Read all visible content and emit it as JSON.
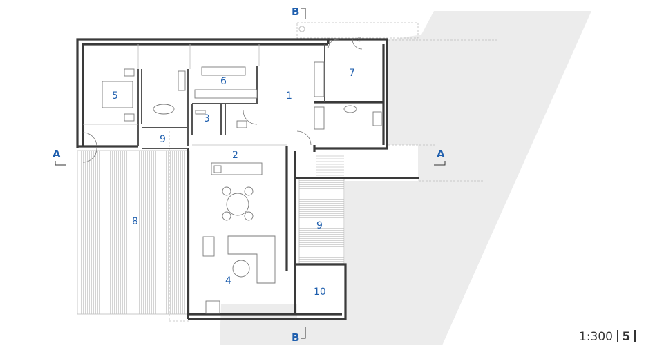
{
  "rooms": {
    "r1": "1",
    "r2": "2",
    "r3": "3",
    "r4": "4",
    "r5": "5",
    "r6": "6",
    "r7": "7",
    "r8": "8",
    "r9a": "9",
    "r9b": "9",
    "r10": "10"
  },
  "sections": {
    "a_left": "A",
    "a_right": "A",
    "b_top": "B",
    "b_bottom": "B"
  },
  "footer": {
    "scale": "1:300",
    "page": "5"
  },
  "colors": {
    "wall": "#3a3a3a",
    "label": "#1f5fae",
    "terrain": "#ececec",
    "deck": "#b5b5b5"
  }
}
